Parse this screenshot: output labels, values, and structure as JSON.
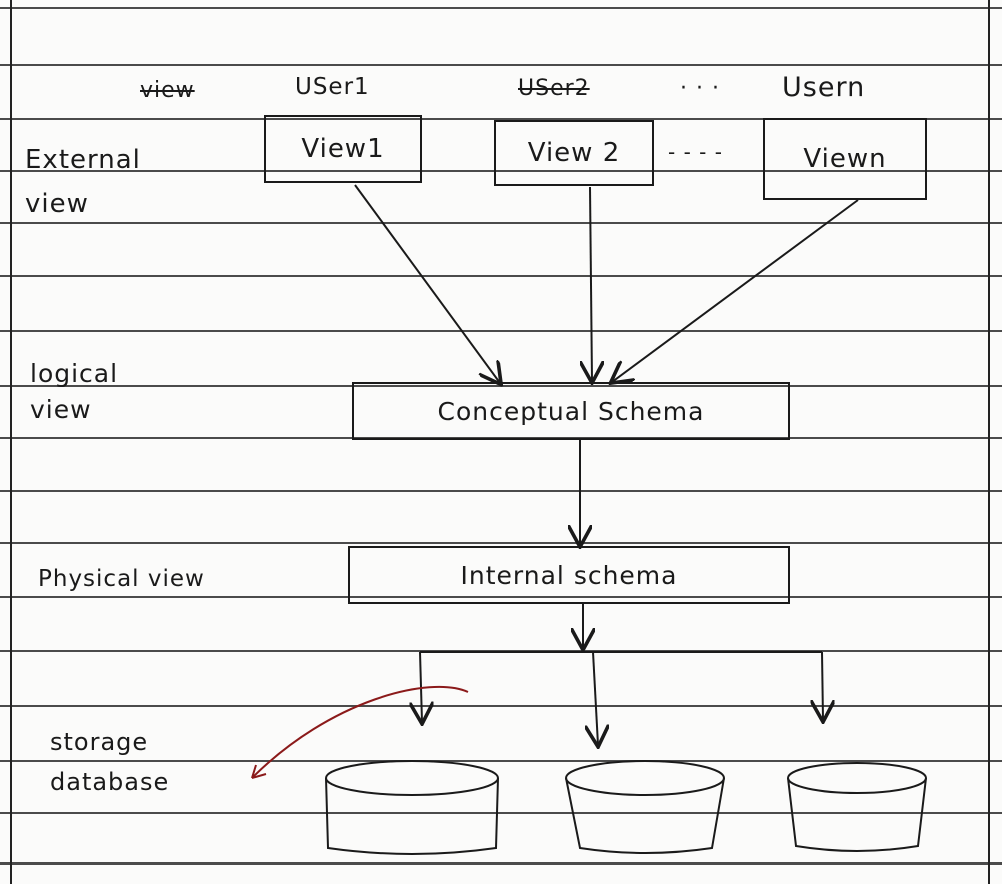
{
  "users": {
    "label_0_struck": "view",
    "user1": "USer1",
    "user2": "USer2",
    "ellipsis": "· · ·",
    "usern": "Usern"
  },
  "external": {
    "label": "External view",
    "view1": "View1",
    "view2": "View 2",
    "dashes": "- - - -",
    "viewn": "Viewn"
  },
  "logical": {
    "label": "logical view",
    "box": "Conceptual Schema"
  },
  "physical": {
    "label": "Physical view",
    "box": "Internal schema"
  },
  "storage": {
    "label": "storage database"
  },
  "colors": {
    "ink": "#1a1a1a",
    "annotation": "#8b1a1a",
    "paper": "#fbfbfa"
  }
}
